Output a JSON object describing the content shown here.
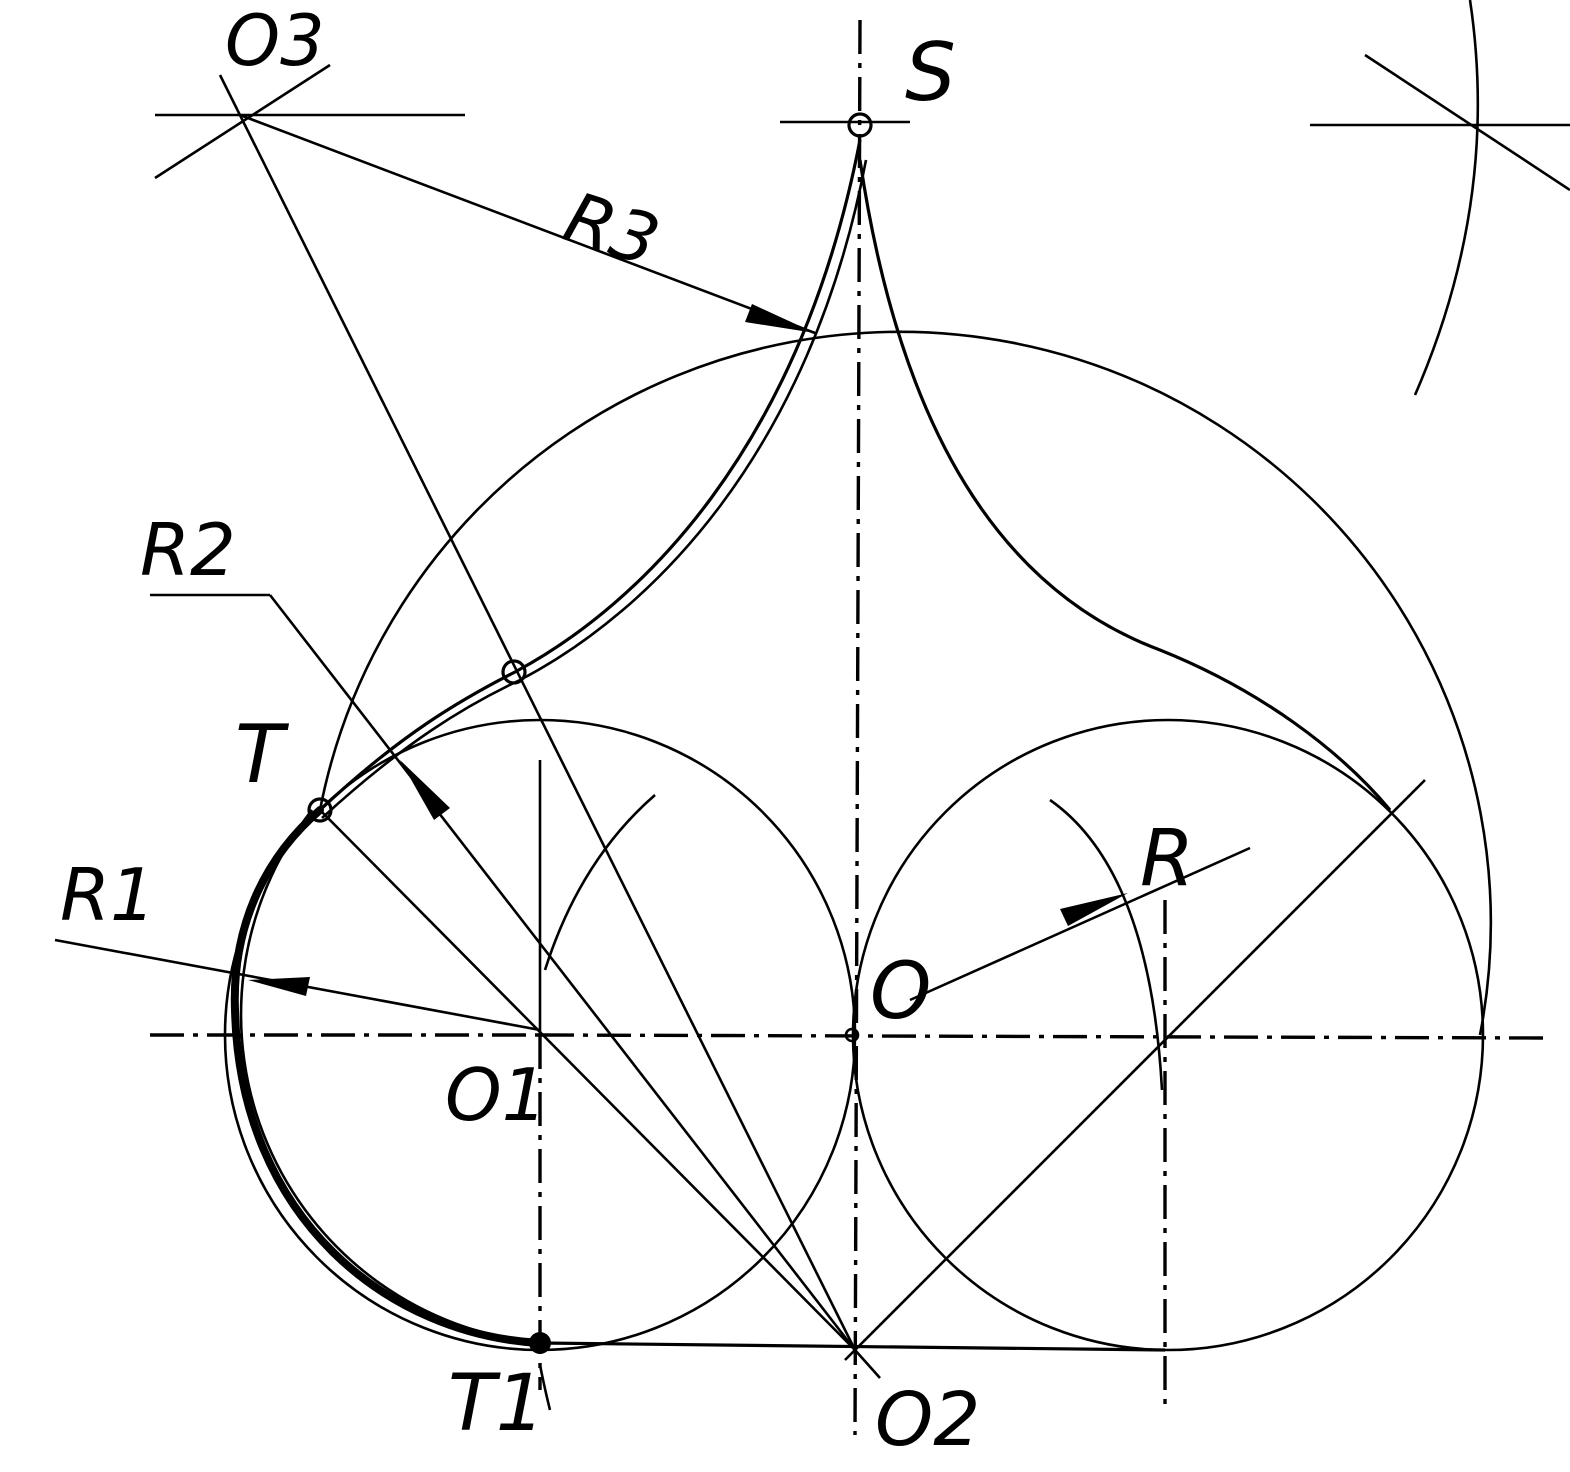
{
  "diagram": {
    "points": {
      "o3": "O3",
      "s": "S",
      "r3": "R3",
      "r2": "R2",
      "t": "T",
      "r1": "R1",
      "o": "O",
      "r": "R",
      "o1": "O1",
      "t1": "T1",
      "o2": "O2"
    },
    "colors": {
      "ink": "#000000",
      "paper": "#ffffff"
    }
  }
}
